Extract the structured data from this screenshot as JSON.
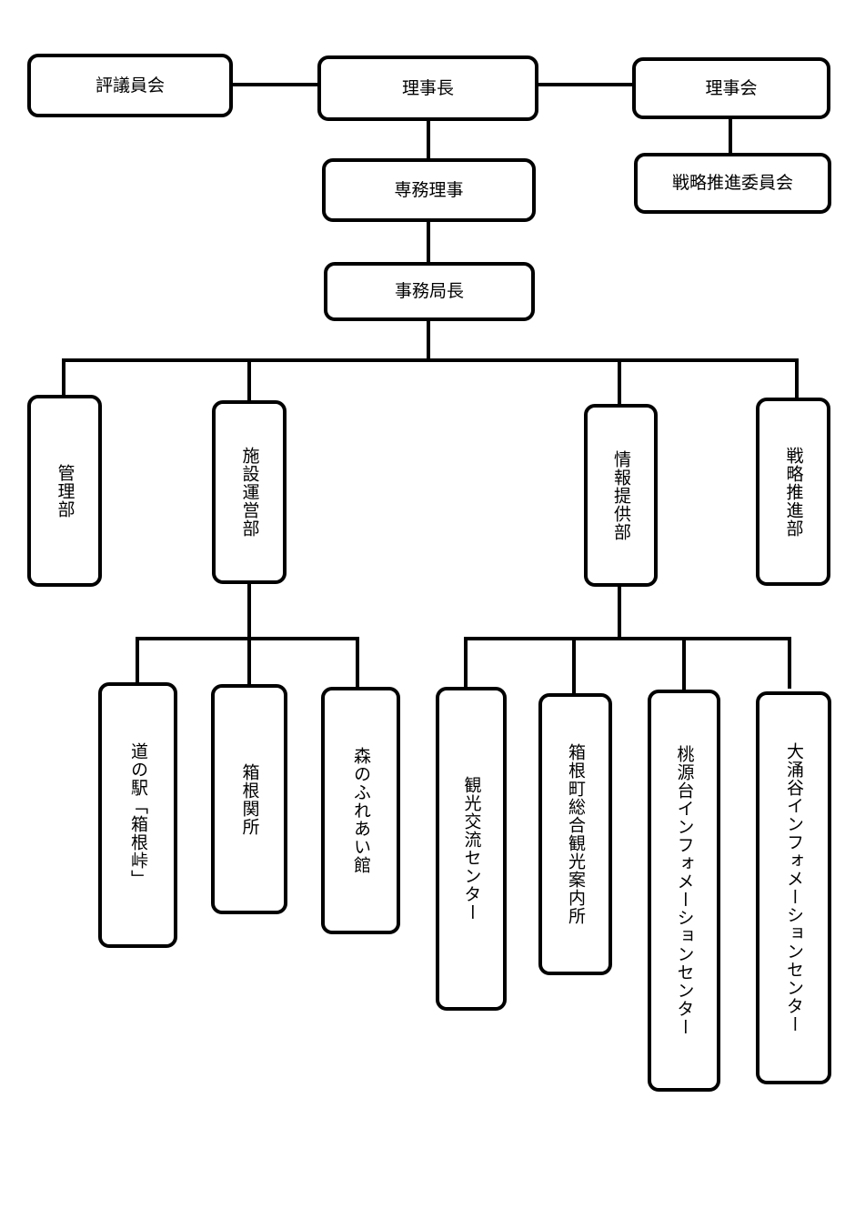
{
  "title": "組織図",
  "nodes": {
    "hyogiinkai": "評議員会",
    "rijicho": "理事長",
    "rijikai": "理事会",
    "senryaku_iinkai": "戦略推進委員会",
    "senmu_riji": "専務理事",
    "jimukyokucho": "事務局長",
    "kanri_bu": "管理部",
    "shisetsu_unei_bu": "施設運営部",
    "joho_teikyo_bu": "情報提供部",
    "senryaku_suishin_bu": "戦略推進部",
    "michinoeki": "道の駅「箱根峠」",
    "hakone_sekisho": "箱根関所",
    "mori_fureai": "森のふれあい館",
    "kanko_koryu": "観光交流センター",
    "hakone_sogo": "箱根町総合観光案内所",
    "togendai_info": "桃源台インフォメーションセンター",
    "owakudani_info": "大涌谷インフォメーションセンター"
  },
  "colors": {
    "line": "#000000",
    "background": "#ffffff"
  }
}
